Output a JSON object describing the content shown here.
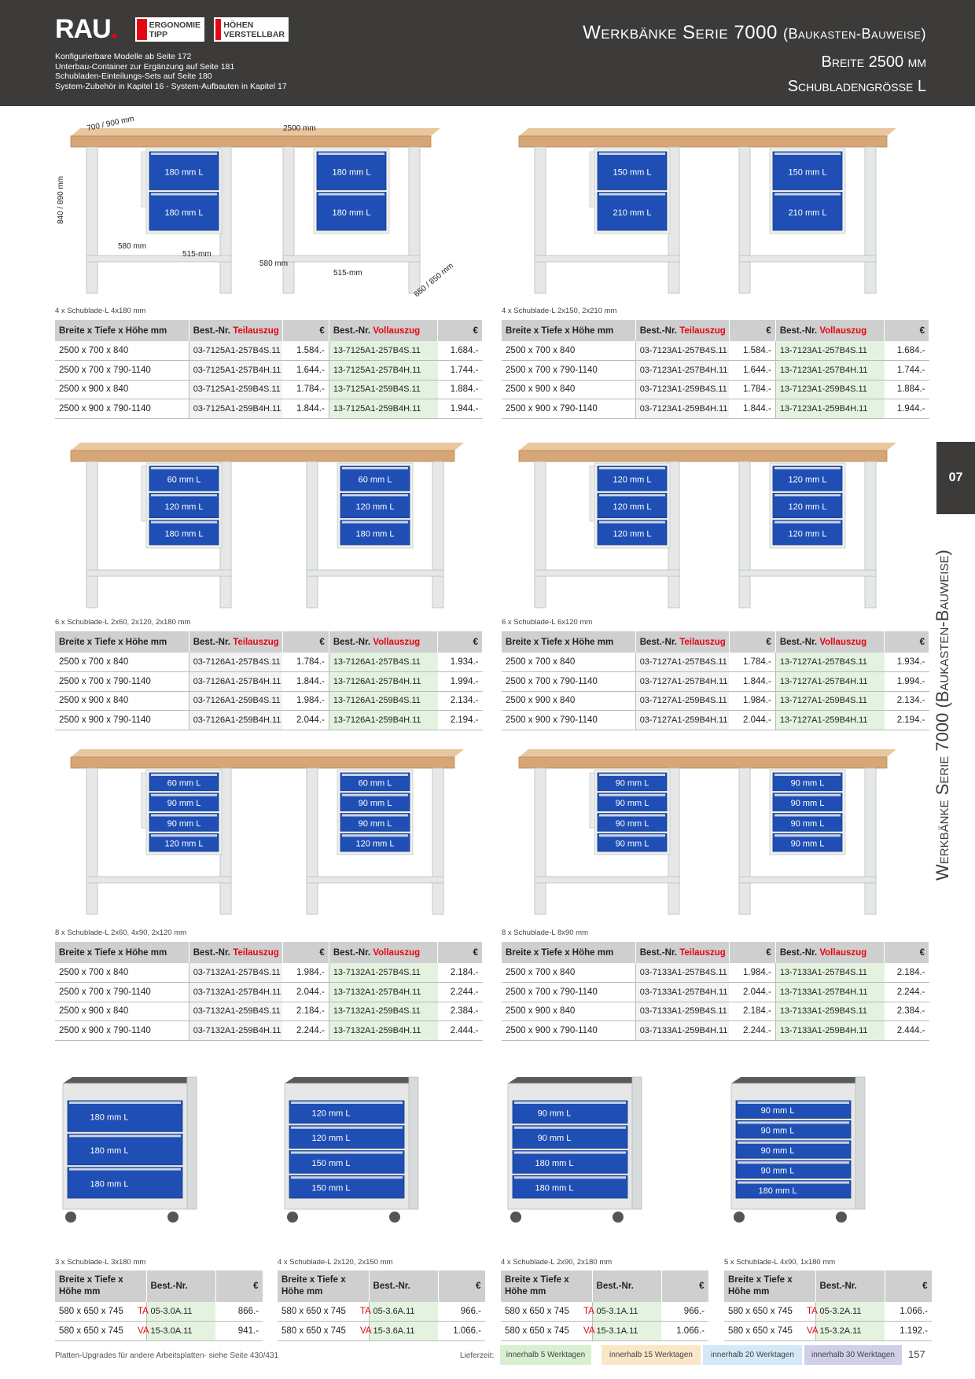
{
  "header": {
    "logo": "RAU",
    "logo_dot": ".",
    "badge1": [
      "ERGONOMIE",
      "TIPP"
    ],
    "badge2": [
      "HÖHEN",
      "VERSTELLBAR"
    ],
    "notes": [
      "Konfigurierbare Modelle ab Seite 172",
      "Unterbau-Container zur Ergänzung auf Seite 181",
      "Schubladen-Einteilungs-Sets auf Seite 180",
      "System-Zubehör in Kapitel 16 - System-Aufbauten in Kapitel 17"
    ],
    "title": "Werkbänke Serie 7000",
    "title_paren": "(Baukasten-Bauweise)",
    "subtitle1": "Breite 2500 mm",
    "subtitle2": "Schubladengrösse L"
  },
  "side": {
    "tab": "07",
    "title": "Werkbänke Serie 7000 (Baukasten-Bauweise)"
  },
  "dims": {
    "depth": "700 / 900 mm",
    "width": "2500 mm",
    "height": "840 / 890 mm",
    "d1": "580 mm",
    "d2": "515-mm",
    "d3": "580 mm",
    "d4": "515-mm",
    "depth2": "650 / 850 mm"
  },
  "table_head": {
    "col1": "Breite x Tiefe x Höhe mm",
    "best": "Best.-Nr.",
    "teil": "Teilauszug",
    "voll": "Vollauszug",
    "eur": "€"
  },
  "benches": [
    {
      "caption": "4 x Schublade-L 4x180 mm",
      "left_drawers": [
        "180 mm L",
        "180 mm L"
      ],
      "right_drawers": [
        "180 mm L",
        "180 mm L"
      ],
      "rows": [
        [
          "2500 x 700 x 840",
          "03-7125A1-257B4S.11",
          "1.584.-",
          "13-7125A1-257B4S.11",
          "1.684.-"
        ],
        [
          "2500 x 700 x 790-1140",
          "03-7125A1-257B4H.11",
          "1.644.-",
          "13-7125A1-257B4H.11",
          "1.744.-"
        ],
        [
          "2500 x 900 x 840",
          "03-7125A1-259B4S.11",
          "1.784.-",
          "13-7125A1-259B4S.11",
          "1.884.-"
        ],
        [
          "2500 x 900 x 790-1140",
          "03-7125A1-259B4H.11",
          "1.844.-",
          "13-7125A1-259B4H.11",
          "1.944.-"
        ]
      ]
    },
    {
      "caption": "4 x Schublade-L 2x150, 2x210 mm",
      "left_drawers": [
        "150 mm L",
        "210 mm L"
      ],
      "right_drawers": [
        "150 mm L",
        "210 mm L"
      ],
      "rows": [
        [
          "2500 x 700 x 840",
          "03-7123A1-257B4S.11",
          "1.584.-",
          "13-7123A1-257B4S.11",
          "1.684.-"
        ],
        [
          "2500 x 700 x 790-1140",
          "03-7123A1-257B4H.11",
          "1.644.-",
          "13-7123A1-257B4H.11",
          "1.744.-"
        ],
        [
          "2500 x 900 x 840",
          "03-7123A1-259B4S.11",
          "1.784.-",
          "13-7123A1-259B4S.11",
          "1.884.-"
        ],
        [
          "2500 x 900 x 790-1140",
          "03-7123A1-259B4H.11",
          "1.844.-",
          "13-7123A1-259B4H.11",
          "1.944.-"
        ]
      ]
    },
    {
      "caption": "6 x Schublade-L 2x60, 2x120, 2x180 mm",
      "left_drawers": [
        "60 mm L",
        "120 mm L",
        "180 mm L"
      ],
      "right_drawers": [
        "60 mm L",
        "120 mm L",
        "180 mm L"
      ],
      "rows": [
        [
          "2500 x 700 x 840",
          "03-7126A1-257B4S.11",
          "1.784.-",
          "13-7126A1-257B4S.11",
          "1.934.-"
        ],
        [
          "2500 x 700 x 790-1140",
          "03-7126A1-257B4H.11",
          "1.844.-",
          "13-7126A1-257B4H.11",
          "1.994.-"
        ],
        [
          "2500 x 900 x 840",
          "03-7126A1-259B4S.11",
          "1.984.-",
          "13-7126A1-259B4S.11",
          "2.134.-"
        ],
        [
          "2500 x 900 x 790-1140",
          "03-7126A1-259B4H.11",
          "2.044.-",
          "13-7126A1-259B4H.11",
          "2.194.-"
        ]
      ]
    },
    {
      "caption": "6 x Schublade-L 6x120 mm",
      "left_drawers": [
        "120 mm L",
        "120 mm L",
        "120 mm L"
      ],
      "right_drawers": [
        "120 mm L",
        "120 mm L",
        "120 mm L"
      ],
      "rows": [
        [
          "2500 x 700 x 840",
          "03-7127A1-257B4S.11",
          "1.784.-",
          "13-7127A1-257B4S.11",
          "1.934.-"
        ],
        [
          "2500 x 700 x 790-1140",
          "03-7127A1-257B4H.11",
          "1.844.-",
          "13-7127A1-257B4H.11",
          "1.994.-"
        ],
        [
          "2500 x 900 x 840",
          "03-7127A1-259B4S.11",
          "1.984.-",
          "13-7127A1-259B4S.11",
          "2.134.-"
        ],
        [
          "2500 x 900 x 790-1140",
          "03-7127A1-259B4H.11",
          "2.044.-",
          "13-7127A1-259B4H.11",
          "2.194.-"
        ]
      ]
    },
    {
      "caption": "8 x Schublade-L 2x60, 4x90, 2x120 mm",
      "left_drawers": [
        "60 mm L",
        "90 mm L",
        "90 mm L",
        "120 mm L"
      ],
      "right_drawers": [
        "60 mm L",
        "90 mm L",
        "90 mm L",
        "120 mm L"
      ],
      "rows": [
        [
          "2500 x 700 x 840",
          "03-7132A1-257B4S.11",
          "1.984.-",
          "13-7132A1-257B4S.11",
          "2.184.-"
        ],
        [
          "2500 x 700 x 790-1140",
          "03-7132A1-257B4H.11",
          "2.044.-",
          "13-7132A1-257B4H.11",
          "2.244.-"
        ],
        [
          "2500 x 900 x 840",
          "03-7132A1-259B4S.11",
          "2.184.-",
          "13-7132A1-259B4S.11",
          "2.384.-"
        ],
        [
          "2500 x 900 x 790-1140",
          "03-7132A1-259B4H.11",
          "2.244.-",
          "13-7132A1-259B4H.11",
          "2.444.-"
        ]
      ]
    },
    {
      "caption": "8 x Schublade-L 8x90 mm",
      "left_drawers": [
        "90 mm L",
        "90 mm L",
        "90 mm L",
        "90 mm L"
      ],
      "right_drawers": [
        "90 mm L",
        "90 mm L",
        "90 mm L",
        "90 mm L"
      ],
      "rows": [
        [
          "2500 x 700 x 840",
          "03-7133A1-257B4S.11",
          "1.984.-",
          "13-7133A1-257B4S.11",
          "2.184.-"
        ],
        [
          "2500 x 700 x 790-1140",
          "03-7133A1-257B4H.11",
          "2.044.-",
          "13-7133A1-257B4H.11",
          "2.244.-"
        ],
        [
          "2500 x 900 x 840",
          "03-7133A1-259B4S.11",
          "2.184.-",
          "13-7133A1-259B4S.11",
          "2.384.-"
        ],
        [
          "2500 x 900 x 790-1140",
          "03-7133A1-259B4H.11",
          "2.244.-",
          "13-7133A1-259B4H.11",
          "2.444.-"
        ]
      ]
    }
  ],
  "cab_head": {
    "col1a": "Breite x Tiefe x",
    "col1b": "Höhe mm",
    "best": "Best.-Nr.",
    "eur": "€"
  },
  "cabinets": [
    {
      "caption": "3 x Schublade-L 3x180 mm",
      "drawers": [
        "180 mm L",
        "180 mm L",
        "180 mm L"
      ],
      "rows": [
        [
          "580 x 650 x 745",
          "TA",
          "05-3.0A.11",
          "866.-"
        ],
        [
          "580 x 650 x 745",
          "VA",
          "15-3.0A.11",
          "941.-"
        ]
      ]
    },
    {
      "caption": "4 x Schublade-L 2x120, 2x150 mm",
      "drawers": [
        "120 mm L",
        "120 mm L",
        "150 mm L",
        "150 mm L"
      ],
      "rows": [
        [
          "580 x 650 x 745",
          "TA",
          "05-3.6A.11",
          "966.-"
        ],
        [
          "580 x 650 x 745",
          "VA",
          "15-3.6A.11",
          "1.066.-"
        ]
      ]
    },
    {
      "caption": "4 x Schublade-L 2x90, 2x180 mm",
      "drawers": [
        "90 mm L",
        "90 mm L",
        "180 mm L",
        "180 mm L"
      ],
      "rows": [
        [
          "580 x 650 x 745",
          "TA",
          "05-3.1A.11",
          "966.-"
        ],
        [
          "580 x 650 x 745",
          "VA",
          "15-3.1A.11",
          "1.066.-"
        ]
      ]
    },
    {
      "caption": "5 x Schublade-L 4x90, 1x180 mm",
      "drawers": [
        "90 mm L",
        "90 mm L",
        "90 mm L",
        "90 mm L",
        "180 mm L"
      ],
      "rows": [
        [
          "580 x 650 x 745",
          "TA",
          "05-3.2A.11",
          "1.066.-"
        ],
        [
          "580 x 650 x 745",
          "VA",
          "15-3.2A.11",
          "1.192.-"
        ]
      ]
    }
  ],
  "footer": {
    "note": "Platten-Upgrades für andere Arbeitsplatten- siehe Seite 430/431",
    "lieferzeit": "Lieferzeit:",
    "lz": [
      "innerhalb 5 Werktagen",
      "innerhalb 15 Werktagen",
      "innerhalb 20 Werktagen",
      "innerhalb 30 Werktagen"
    ],
    "page": "157"
  },
  "colors": {
    "header_bg": "#3d3b3a",
    "brand_red": "#e30613",
    "drawer_blue": "#1f4fb5",
    "worktop": "#d6a676",
    "frame_grey": "#e6e8e8",
    "art_green": "#e4f3df",
    "lz_colors": [
      "#d9efd2",
      "#fbe7c8",
      "#d4e8f7",
      "#cfcfe8"
    ]
  }
}
